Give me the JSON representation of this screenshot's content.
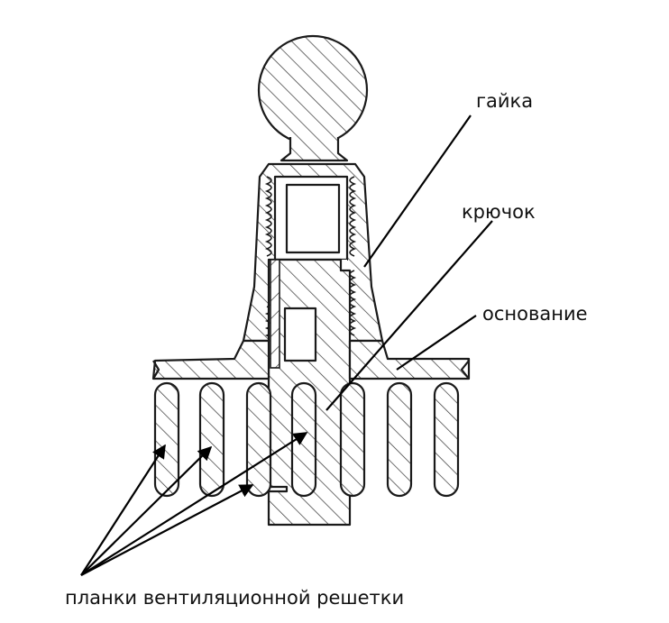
{
  "labels": {
    "nut": "гайка",
    "hook": "крючок",
    "base": "основание",
    "slats": "планки вентиляционной решетки"
  }
}
